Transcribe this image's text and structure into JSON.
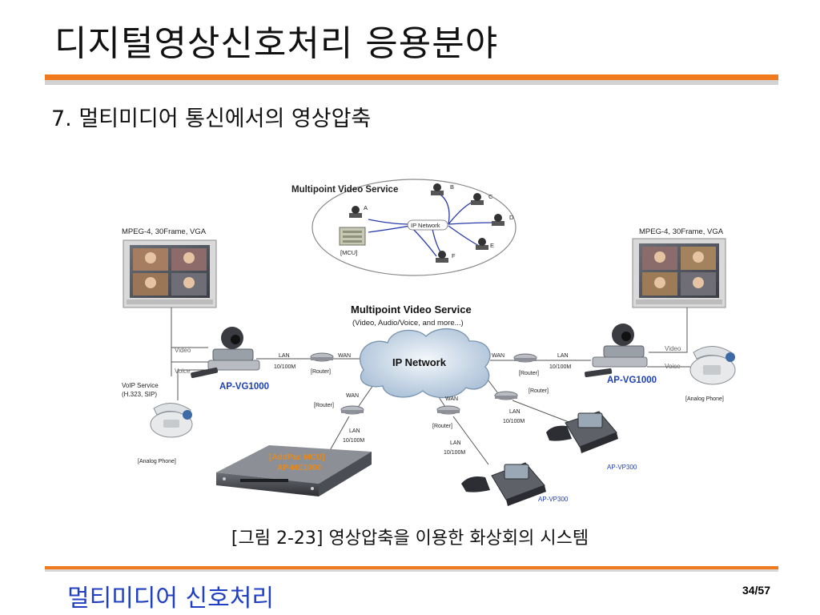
{
  "slide": {
    "title": "디지털영상신호처리 응용분야",
    "subtitle": "7. 멀티미디어 통신에서의 영상압축",
    "caption": "[그림 2-23] 영상압축을 이용한 화상회의 시스템",
    "footer": "멀티미디어 신호처리",
    "page_number": "34/57"
  },
  "diagram": {
    "top_cloud": {
      "title": "Multipoint Video Service",
      "network_label": "IP Network",
      "mcu_label": "[MCU]",
      "nodes": [
        "A",
        "B",
        "C",
        "D",
        "E",
        "F"
      ]
    },
    "main_service": {
      "title": "Multipoint Video Service",
      "subtitle": "(Video, Audio/Voice, and more...)"
    },
    "main_cloud_label": "IP Network",
    "left_site": {
      "monitor_caption": "MPEG-4, 30Frame, VGA",
      "video_label": "Video",
      "voice_label": "Voice",
      "device_label": "AP-VG1000",
      "voip_label_1": "VoIP Service",
      "voip_label_2": "(H.323, SIP)",
      "phone_label": "[Analog Phone]"
    },
    "right_site": {
      "monitor_caption": "MPEG-4, 30Frame, VGA",
      "video_label": "Video",
      "voice_label": "Voice",
      "device_label": "AP-VG1000",
      "phone_label": "[Analog Phone]"
    },
    "links": {
      "lan": "LAN",
      "lan_speed": "10/100M",
      "wan": "WAN",
      "router": "[Router]"
    },
    "mcu_device": {
      "line1": "[AddPac MCU]",
      "line2": "AP-MC1000"
    },
    "vp_phones": [
      "AP-VP300",
      "AP-VP300"
    ]
  }
}
